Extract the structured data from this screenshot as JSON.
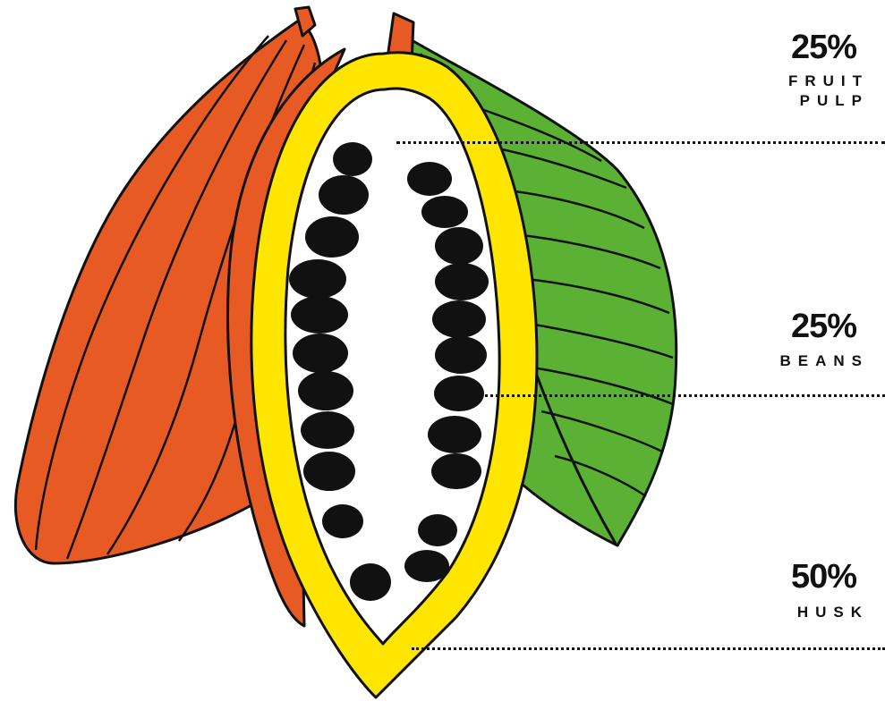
{
  "segments": [
    {
      "id": "fruit-pulp",
      "percent": "25%",
      "label": [
        "FRUIT",
        "PULP"
      ],
      "color": "#ffffff"
    },
    {
      "id": "beans",
      "percent": "25%",
      "label": [
        "BEANS"
      ],
      "color": "#111111"
    },
    {
      "id": "husk",
      "percent": "50%",
      "label": [
        "HUSK"
      ],
      "color": "#ffe600"
    }
  ],
  "colors": {
    "pod": "#e85a24",
    "husk": "#ffe600",
    "pulp": "#ffffff",
    "beans": "#111111",
    "leaf": "#5bb134",
    "outline": "#111111"
  },
  "illustration": "cacao-pod-cross-section"
}
